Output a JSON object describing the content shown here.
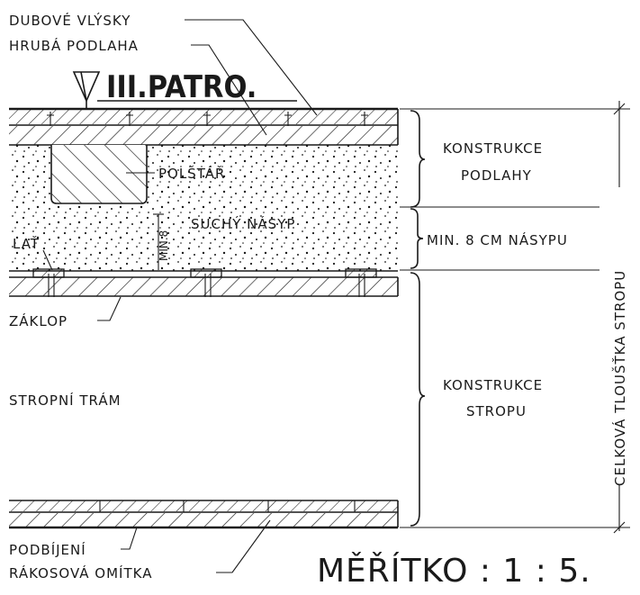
{
  "drawing": {
    "floor_mark": "III.PATRO.",
    "scale": "MĚŘÍTKO : 1 : 5.",
    "labels": {
      "oak_parquet": "DUBOVÉ VLÝSKY",
      "rough_floor": "HRUBÁ PODLAHA",
      "cushion": "POLŠTÁŘ",
      "dry_fill": "SUCHÝ NÁSYP",
      "min8": "MIN.8",
      "lath": "LAŤ",
      "sheathing": "ZÁKLOP",
      "ceiling_beam": "STROPNÍ TRÁM",
      "boarding": "PODBÍJENÍ",
      "reed_plaster": "RÁKOSOVÁ OMÍTKA"
    },
    "dimensions": {
      "floor_construction_1": "KONSTRUKCE",
      "floor_construction_2": "PODLAHY",
      "min_fill": "MIN. 8 CM NÁSYPU",
      "ceiling_construction_1": "KONSTRUKCE",
      "ceiling_construction_2": "STROPU",
      "total_thickness": "CELKOVÁ TLOUŠŤKA STROPU"
    }
  }
}
